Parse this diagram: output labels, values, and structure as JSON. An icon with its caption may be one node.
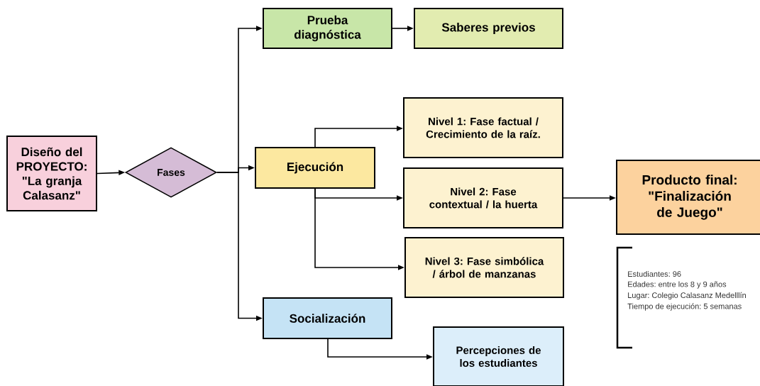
{
  "diagram": {
    "nodes": [
      {
        "text": [
          "Diseño del PROYECTO: \"La granja Calasanz\""
        ]
      },
      {
        "text": [
          "Fases"
        ]
      },
      {
        "text": [
          "Prueba diagnóstica"
        ]
      },
      {
        "text": [
          "Saberes previos"
        ]
      },
      {
        "text": [
          "Ejecución"
        ]
      },
      {
        "text": [
          "Nivel 1: Fase factual / Crecimiento de la raíz."
        ]
      },
      {
        "text": [
          "Nivel 2: Fase contextual / la huerta"
        ]
      },
      {
        "text": [
          "Nivel 3: Fase simbólica / árbol de manzanas"
        ]
      },
      {
        "text": [
          "Socialización"
        ]
      },
      {
        "text": [
          "Percepciones de los estudiantes"
        ]
      },
      {
        "text": [
          "Producto final: \"Finalización de Juego\""
        ]
      }
    ],
    "edges": [
      {
        "from": 0,
        "to": 1,
        "arrow": "to"
      },
      {
        "from": 1,
        "to": 2,
        "arrow": "to"
      },
      {
        "from": 1,
        "to": 4,
        "arrow": "to"
      },
      {
        "from": 1,
        "to": 8,
        "arrow": "to"
      },
      {
        "from": 2,
        "to": 3,
        "arrow": "to"
      },
      {
        "from": 4,
        "to": 5,
        "arrow": "to"
      },
      {
        "from": 4,
        "to": 6,
        "arrow": "to"
      },
      {
        "from": 4,
        "to": 7,
        "arrow": "to"
      },
      {
        "from": 6,
        "to": 10,
        "arrow": "to"
      },
      {
        "from": 8,
        "to": 9,
        "arrow": "to"
      }
    ],
    "labels": [
      "Estudiantes: 96",
      "Edades: entre los 8 y 9 años",
      "Lugar: Colegio Calasanz Medelllín",
      "Tiempo de ejecución: 5 semanas"
    ]
  }
}
